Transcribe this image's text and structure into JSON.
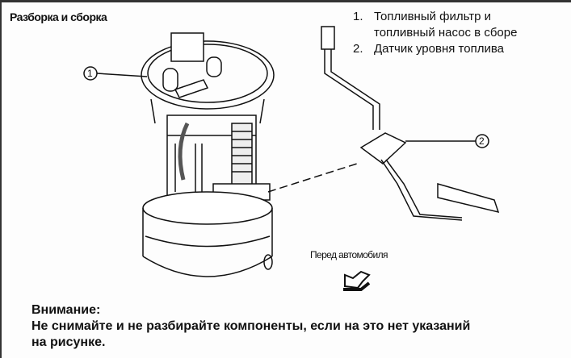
{
  "title": "Разборка и сборка",
  "legend": [
    {
      "num": "1.",
      "lines": [
        "Топливный фильтр и",
        "топливный насос в сборе"
      ]
    },
    {
      "num": "2.",
      "lines": [
        "Датчик уровня топлива"
      ]
    }
  ],
  "callouts": [
    "1",
    "2"
  ],
  "front_label": "Перед автомобиля",
  "warning": {
    "heading": "Внимание:",
    "lines": [
      "Не снимайте и не разбирайте компоненты, если на это нет указаний",
      "на рисунке."
    ]
  }
}
